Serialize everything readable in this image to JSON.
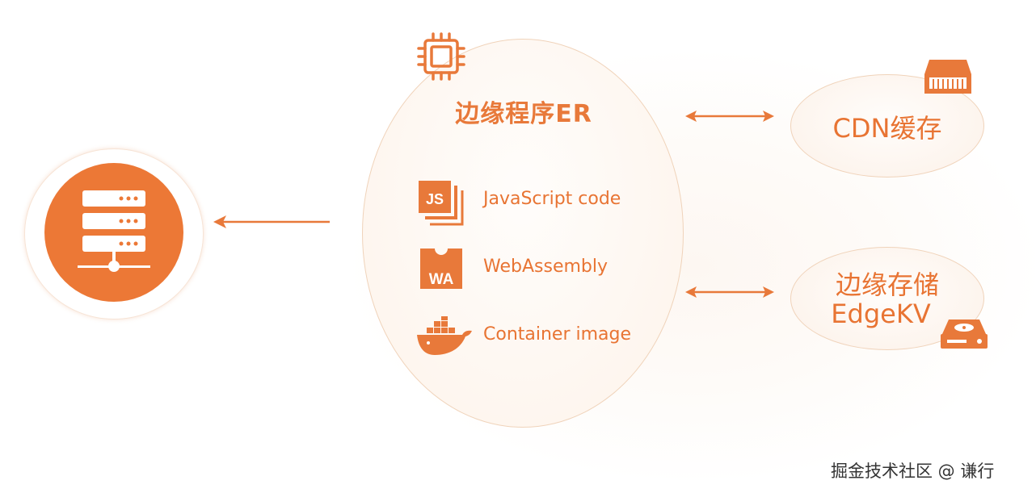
{
  "center": {
    "title": "边缘程序ER",
    "items": [
      {
        "label": "JavaScript code",
        "icon": "javascript-icon",
        "badge": "JS"
      },
      {
        "label": "WebAssembly",
        "icon": "webassembly-icon",
        "badge": "WA"
      },
      {
        "label": "Container image",
        "icon": "docker-whale-icon"
      }
    ]
  },
  "cdn": {
    "label": "CDN缓存",
    "icon": "memory-module-icon"
  },
  "edgekv": {
    "line1": "边缘存储",
    "line2": "EdgeKV",
    "icon": "hard-drive-icon"
  },
  "origin": {
    "icon": "server-icon"
  },
  "chip_icon": "cpu-chip-icon",
  "watermark": "掘金技术社区 @ 谦行",
  "colors": {
    "accent": "#e8793a",
    "ellipse_border": "#f0d3ba",
    "watermark": "#333333"
  }
}
